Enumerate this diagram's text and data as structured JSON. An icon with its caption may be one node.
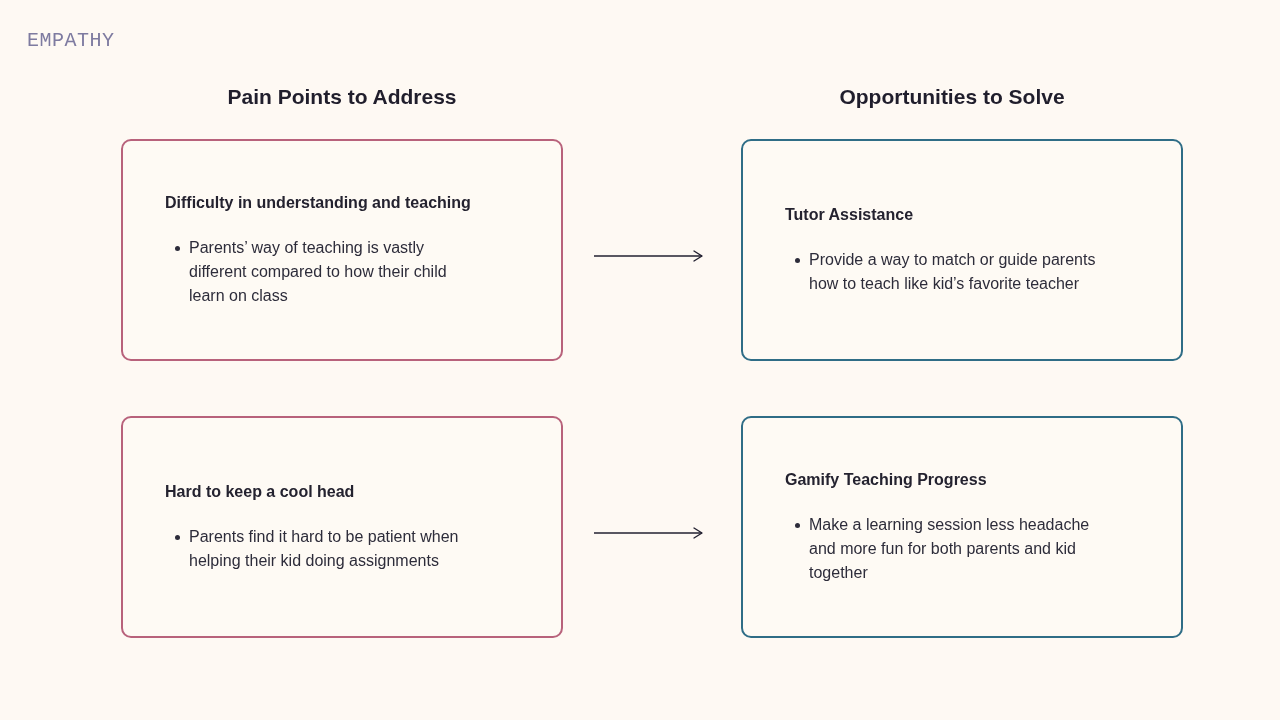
{
  "diagram": {
    "nodes": [
      {
        "text": [
          "Difficulty in understanding and teaching",
          "Parents’ way of teaching is vastly different compared to how their child learn on class"
        ]
      },
      {
        "text": [
          "Tutor Assistance",
          "Provide a way to match or guide parents how to teach like kid’s favorite teacher"
        ]
      },
      {
        "text": [
          "Hard to keep a cool head",
          "Parents find it hard to be patient when helping their kid doing assignments"
        ]
      },
      {
        "text": [
          "Gamify Teaching Progress",
          "Make a learning session less headache and more fun for both parents and kid together"
        ]
      }
    ],
    "edges": [
      {
        "from": 0,
        "to": 1,
        "arrow": "to"
      },
      {
        "from": 2,
        "to": 3,
        "arrow": "to"
      }
    ],
    "labels": [
      "EMPATHY",
      "Pain Points to Address",
      "Opportunities to Solve"
    ]
  }
}
